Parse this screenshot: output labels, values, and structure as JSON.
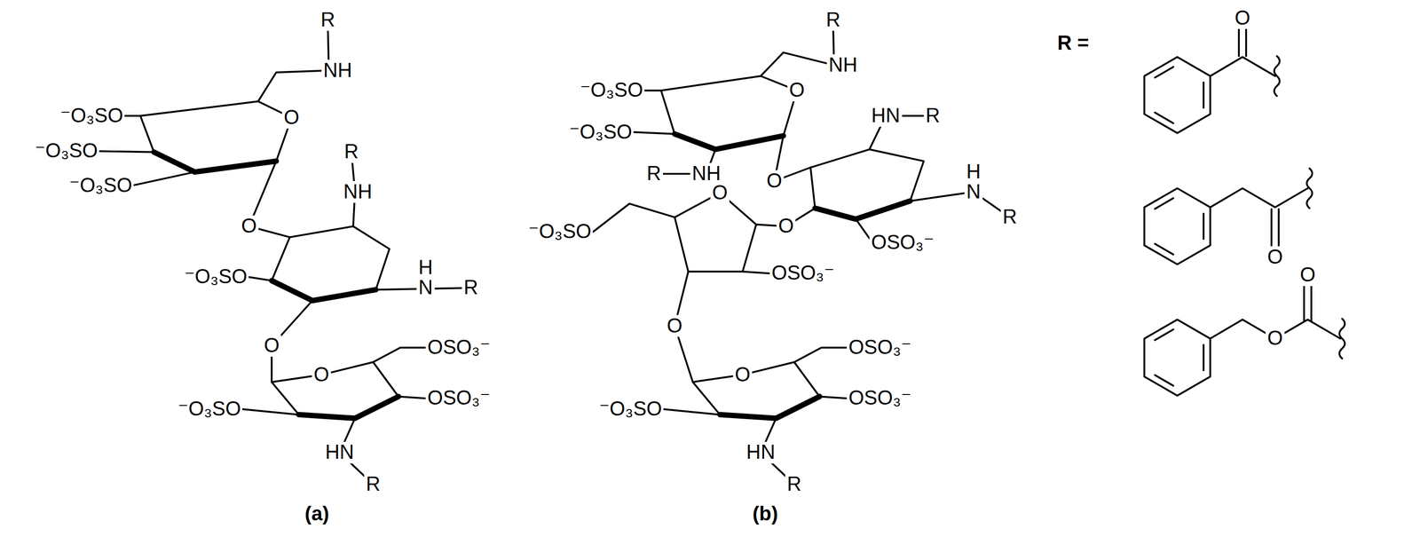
{
  "diagram": {
    "labels": [
      "R",
      "NH",
      "⁻O₃SO",
      "⁻O₃SO",
      "⁻O₃SO",
      "R",
      "NH",
      "⁻O₃SO",
      "O",
      "H",
      "N",
      "R",
      "O",
      "O",
      "OSO₃⁻",
      "⁻O₃SO",
      "OSO₃⁻",
      "HN",
      "R",
      "O",
      "(a)",
      "R",
      "NH",
      "⁻O₃SO",
      "⁻O₃SO",
      "O",
      "R",
      "NH",
      "HN",
      "R",
      "O",
      "H",
      "N",
      "R",
      "O",
      "⁻O₃SO",
      "O",
      "OSO₃⁻",
      "OSO₃⁻",
      "O",
      "O",
      "OSO₃⁻",
      "⁻O₃SO",
      "OSO₃⁻",
      "HN",
      "R",
      "(b)",
      "R =",
      "O",
      "O",
      "O",
      "O"
    ]
  }
}
